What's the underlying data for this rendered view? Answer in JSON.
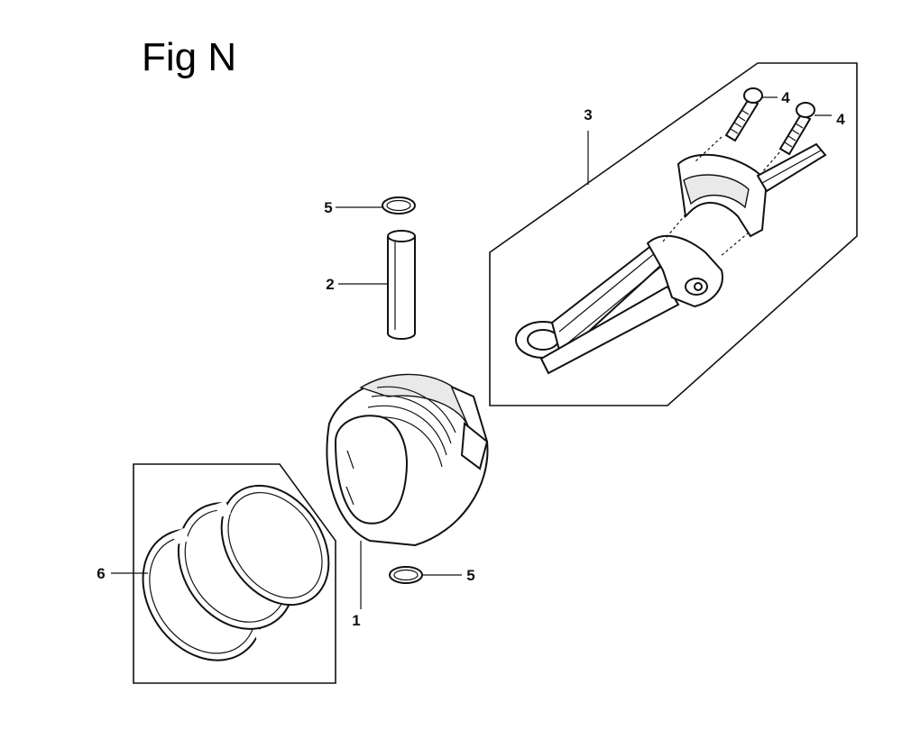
{
  "figure": {
    "title": "Fig N"
  },
  "callouts": {
    "c1": "1",
    "c2": "2",
    "c3": "3",
    "c4a": "4",
    "c4b": "4",
    "c5a": "5",
    "c5b": "5",
    "c6": "6"
  }
}
